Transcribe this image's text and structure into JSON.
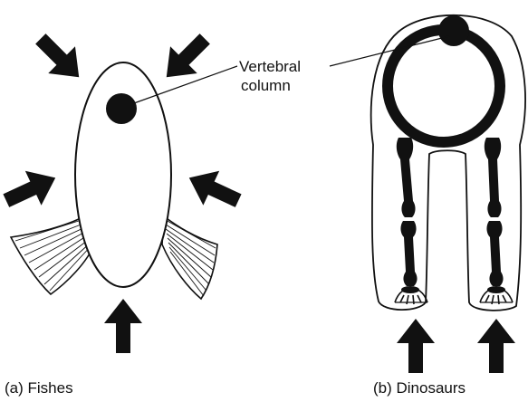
{
  "label": {
    "line1": "Vertebral",
    "line2": "column"
  },
  "captions": {
    "a": "(a) Fishes",
    "b": "(b) Dinosaurs"
  },
  "icons": {
    "force_arrow": "arrow-icon",
    "vertebra": "vertebral-column-icon",
    "fin": "fin-icon",
    "foot": "foot-icon"
  }
}
